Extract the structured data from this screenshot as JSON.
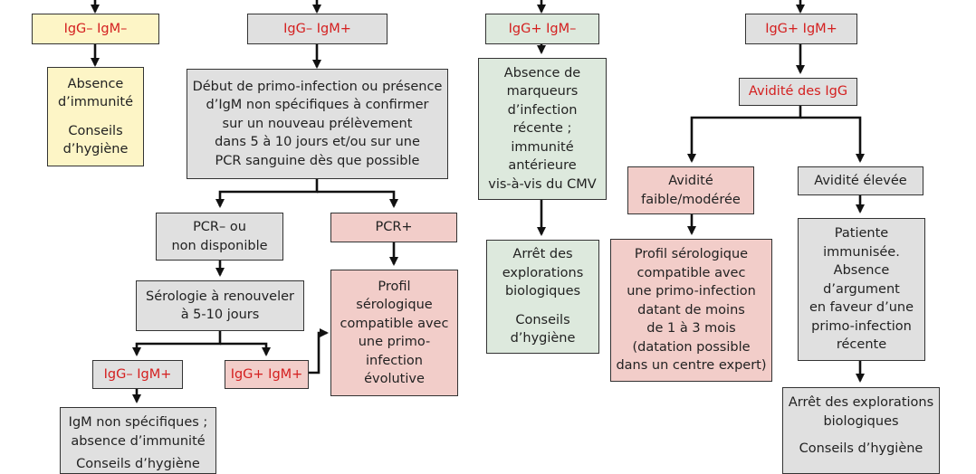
{
  "colors": {
    "yellow": "#fdf5c6",
    "grey": "#e0e0e0",
    "green": "#dde9dd",
    "pink": "#f2cdc9",
    "red_text": "#d42020",
    "line": "#111111"
  },
  "nodes": {
    "igg_neg_igm_neg": "IgG– IgM–",
    "igg_neg_igm_pos": "IgG– IgM+",
    "igg_pos_igm_neg": "IgG+ IgM–",
    "igg_pos_igm_pos": "IgG+ IgM+",
    "absence_immunite": [
      "Absence",
      "d’immunité"
    ],
    "conseils_hygiene_1": [
      "Conseils",
      "d’hygiène"
    ],
    "debut_primo": [
      "Début de primo-infection ou présence",
      "d’IgM non spécifiques à confirmer",
      "sur un nouveau prélèvement",
      "dans 5 à 10 jours et/ou sur une",
      "PCR sanguine dès que possible"
    ],
    "absence_marqueurs": [
      "Absence de",
      "marqueurs",
      "d’infection",
      "récente ;",
      "immunité",
      "antérieure",
      "vis-à-vis du CMV"
    ],
    "avidite_igg": "Avidité des IgG",
    "pcr_neg": [
      "PCR– ou",
      "non disponible"
    ],
    "pcr_pos": "PCR+",
    "avidite_faible": [
      "Avidité",
      "faible/modérée"
    ],
    "avidite_elevee": "Avidité élevée",
    "arret_explorations_1": [
      "Arrêt des",
      "explorations",
      "biologiques"
    ],
    "conseils_hygiene_2": [
      "Conseils",
      "d’hygiène"
    ],
    "serologie_renouveler": [
      "Sérologie à renouveler",
      "à 5-10 jours"
    ],
    "profil_evolutive": [
      "Profil",
      "sérologique",
      "compatible avec",
      "une primo-",
      "infection",
      "évolutive"
    ],
    "profil_1_3_mois": [
      "Profil sérologique",
      "compatible avec",
      "une primo-infection",
      "datant de moins",
      "de 1 à 3 mois",
      "(datation possible",
      "dans un centre expert)"
    ],
    "patiente_immunisee": [
      "Patiente",
      "immunisée.",
      "Absence",
      "d’argument",
      "en faveur d’une",
      "primo-infection",
      "récente"
    ],
    "igg_neg_igm_pos_2": "IgG– IgM+",
    "igg_pos_igm_pos_2": "IgG+ IgM+",
    "igm_non_specifiques": [
      "IgM non spécifiques ;",
      "absence d’immunité"
    ],
    "conseils_hygiene_3": "Conseils d’hygiène",
    "arret_explorations_2": [
      "Arrêt des explorations",
      "biologiques"
    ],
    "conseils_hygiene_4": "Conseils d’hygiène"
  }
}
